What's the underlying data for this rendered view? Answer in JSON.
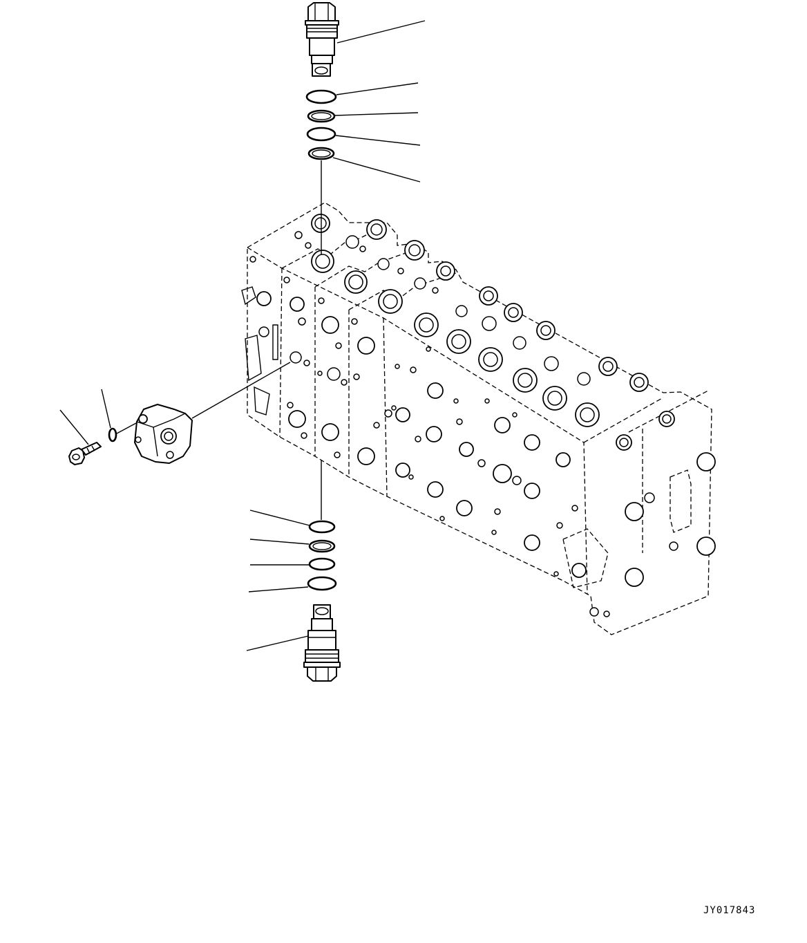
{
  "drawing": {
    "code": "JY017843"
  },
  "parts": [
    {
      "name": "relief-valve-upper"
    },
    {
      "name": "o-ring-upper-1"
    },
    {
      "name": "backup-ring-upper-1"
    },
    {
      "name": "o-ring-upper-2"
    },
    {
      "name": "backup-ring-upper-2"
    },
    {
      "name": "bolt"
    },
    {
      "name": "washer"
    },
    {
      "name": "cover-block"
    },
    {
      "name": "o-ring-lower-1"
    },
    {
      "name": "backup-ring-lower-1"
    },
    {
      "name": "o-ring-lower-2"
    },
    {
      "name": "backup-ring-lower-2"
    },
    {
      "name": "relief-valve-lower"
    },
    {
      "name": "control-valve-body"
    }
  ]
}
